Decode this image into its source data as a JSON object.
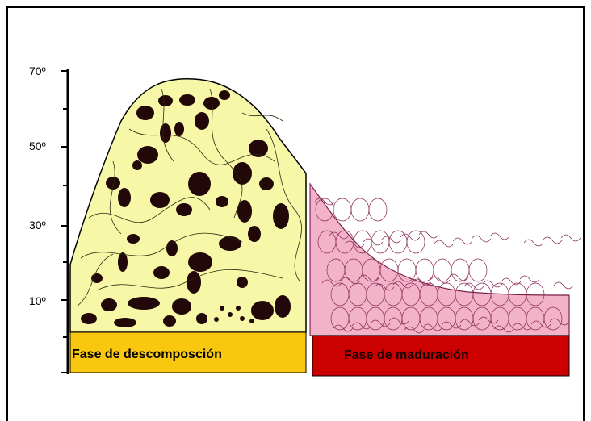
{
  "y_axis": {
    "ticks": [
      {
        "label": "70º",
        "value": 70
      },
      {
        "label": "50º",
        "value": 50
      },
      {
        "label": "30º",
        "value": 30
      },
      {
        "label": "10º",
        "value": 10
      }
    ]
  },
  "phases": [
    {
      "label": "Fase de descomposción",
      "color": "#f9c80e",
      "fill": "#f7f7a8",
      "text_color": "#000000"
    },
    {
      "label": "Fase de maduración",
      "color": "#cc0000",
      "fill": "#f2b3c8",
      "text_color": "#1a0000"
    }
  ],
  "colors": {
    "outline": "#000000",
    "blob": "#220808",
    "pink_pattern": "#8a2a55"
  }
}
